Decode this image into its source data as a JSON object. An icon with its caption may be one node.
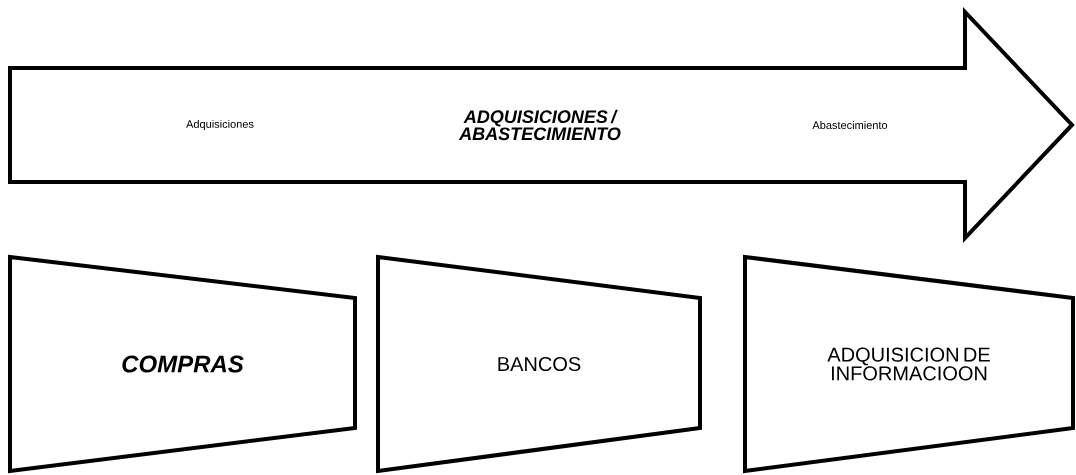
{
  "diagram": {
    "nodes": [
      {
        "text": [
          "Adquisiciones",
          "ADQUISICIONES / ABASTECIMIENTO",
          "Abastecimiento"
        ]
      },
      {
        "text": [
          "COMPRAS"
        ]
      },
      {
        "text": [
          "BANCOS"
        ]
      },
      {
        "text": [
          "ADQUISICION DE INFORMACIOON"
        ]
      }
    ]
  }
}
